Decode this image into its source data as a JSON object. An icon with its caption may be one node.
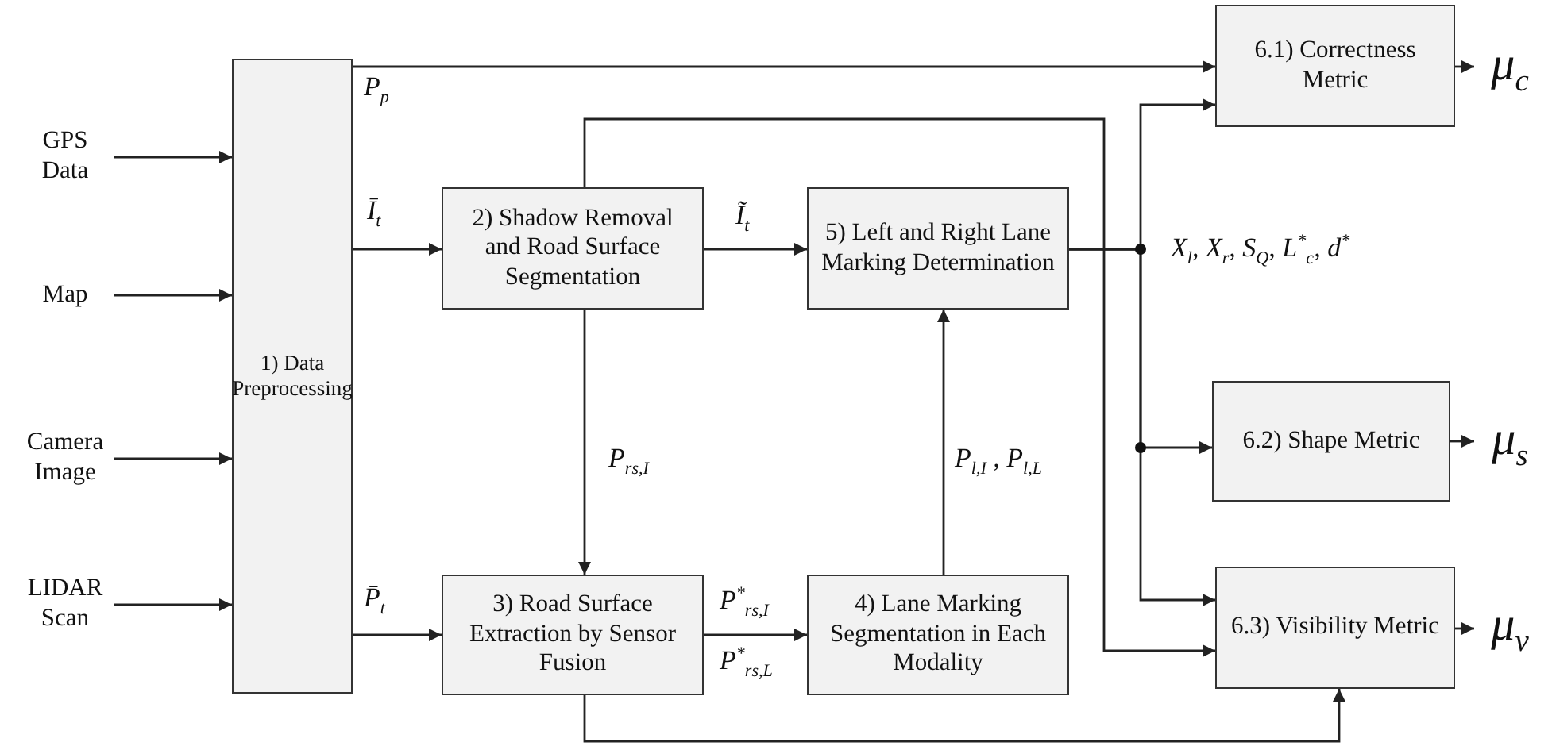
{
  "diagram": {
    "nodes": [
      {
        "text": [
          "1) Data Preprocessing"
        ]
      },
      {
        "text": [
          "2) Shadow Removal and Road Surface Segmentation"
        ]
      },
      {
        "text": [
          "5) Left and Right Lane Marking Determination"
        ]
      },
      {
        "text": [
          "3) Road Surface Extraction by Sensor Fusion"
        ]
      },
      {
        "text": [
          "4) Lane Marking Segmentation in Each Modality"
        ]
      },
      {
        "text": [
          "6.1) Correctness Metric"
        ]
      },
      {
        "text": [
          "6.2) Shape Metric"
        ]
      },
      {
        "text": [
          "6.3) Visibility Metric"
        ]
      },
      {
        "text": [
          "GPS Data"
        ]
      },
      {
        "text": [
          "Map"
        ]
      },
      {
        "text": [
          "Camera Image"
        ]
      },
      {
        "text": [
          "LIDAR Scan"
        ]
      },
      {
        "text": [
          "μ$_{c}$"
        ]
      },
      {
        "text": [
          "μ$_{s}$"
        ]
      },
      {
        "text": [
          "μ$_{v}$"
        ]
      }
    ],
    "edges": [
      {
        "from": 8,
        "to": 0,
        "arrow": "to"
      },
      {
        "from": 9,
        "to": 0,
        "arrow": "to"
      },
      {
        "from": 10,
        "to": 0,
        "arrow": "to"
      },
      {
        "from": 11,
        "to": 0,
        "arrow": "to"
      },
      {
        "from": 0,
        "to": 5,
        "arrow": "to",
        "label": "P$_{p}$"
      },
      {
        "from": 0,
        "to": 1,
        "arrow": "to",
        "label": "Ī$_{t}$"
      },
      {
        "from": 0,
        "to": 3,
        "arrow": "to",
        "label": "P̄$_{t}$"
      },
      {
        "from": 1,
        "to": 2,
        "arrow": "to",
        "label": "Ĩ$_{t}$"
      },
      {
        "from": 1,
        "to": 3,
        "arrow": "to",
        "label": "P$_{rs,I}$"
      },
      {
        "from": 1,
        "to": 7,
        "arrow": "to"
      },
      {
        "from": 3,
        "to": 4,
        "arrow": "to",
        "label": "P$^{*}$$_{rs,I}$"
      },
      {
        "from": 4,
        "to": 2,
        "arrow": "to",
        "label": "P$_{l,I}$ , P$_{l,L}$"
      },
      {
        "from": 2,
        "to": 5,
        "arrow": "to"
      },
      {
        "from": 2,
        "to": 6,
        "arrow": "to"
      },
      {
        "from": 2,
        "to": 7,
        "arrow": "to"
      },
      {
        "from": 3,
        "to": 7,
        "arrow": "to"
      },
      {
        "from": 5,
        "to": 12,
        "arrow": "to"
      },
      {
        "from": 6,
        "to": 13,
        "arrow": "to"
      },
      {
        "from": 7,
        "to": 14,
        "arrow": "to"
      }
    ],
    "labels": [
      "P$^{*}$$_{rs,L}$",
      "X$_{l}$, X$_{r}$, S$_{Q}$, L$^{*}$$_{c}$, d$^{*}$"
    ]
  }
}
